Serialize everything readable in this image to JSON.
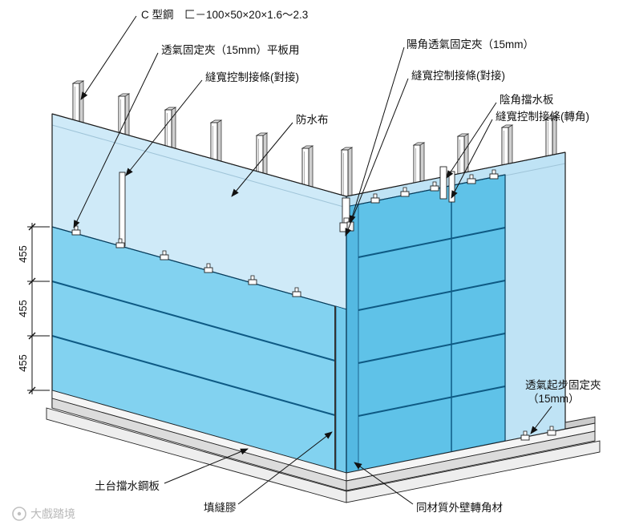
{
  "callouts": {
    "c_steel": "C 型鋼　匚－100×50×20×1.6～2.3",
    "vent_clip_flat": "透氣固定夾（15mm）平板用",
    "joint_strip_butt_1": "縫寬控制接條(對接)",
    "waterproof_sheet": "防水布",
    "corner_vent_clip": "陽角透氣固定夾（15mm）",
    "joint_strip_butt_2": "縫寬控制接條(對接)",
    "inner_corner_plate": "陰角擋水板",
    "joint_strip_corner": "縫寬控制接條(轉角)",
    "starter_clip_line1": "透氣起步固定夾",
    "starter_clip_line2": "（15mm）",
    "base_water_plate": "土台擋水鋼板",
    "sealant": "填縫膠",
    "corner_material": "同材質外壁轉角材"
  },
  "dimensions": {
    "values": [
      "455",
      "455",
      "455"
    ]
  },
  "watermark": {
    "text": "大戲踏境"
  },
  "colors": {
    "membrane_left": "#cfeaf8",
    "membrane_right": "#bfe3f5",
    "panel_left": "#82d2f0",
    "panel_right": "#5fc2e8",
    "corner_left": "#74cbec",
    "corner_right": "#54b9e2",
    "base_light": "#f5f5f5",
    "base_mid": "#dcdcdc",
    "base_step": "#eeeeee"
  }
}
